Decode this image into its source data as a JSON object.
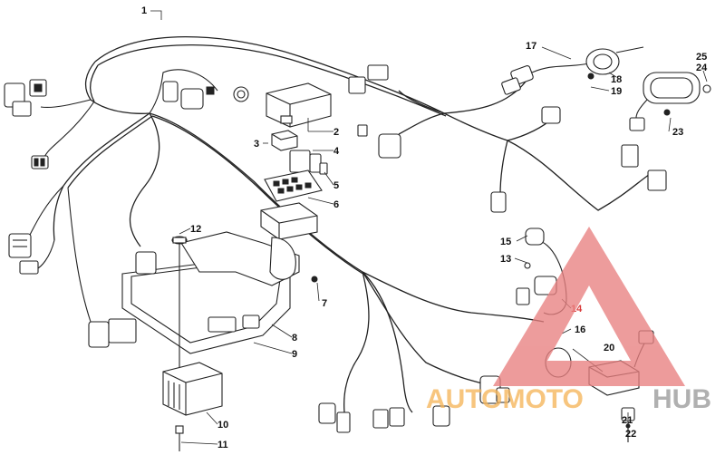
{
  "diagram": {
    "callouts": [
      {
        "id": "1",
        "text": "1"
      },
      {
        "id": "2",
        "text": "2"
      },
      {
        "id": "3",
        "text": "3"
      },
      {
        "id": "4",
        "text": "4"
      },
      {
        "id": "5",
        "text": "5"
      },
      {
        "id": "6",
        "text": "6"
      },
      {
        "id": "7",
        "text": "7"
      },
      {
        "id": "8",
        "text": "8"
      },
      {
        "id": "9",
        "text": "9"
      },
      {
        "id": "10",
        "text": "10"
      },
      {
        "id": "11",
        "text": "11"
      },
      {
        "id": "12",
        "text": "12"
      },
      {
        "id": "13",
        "text": "13"
      },
      {
        "id": "14",
        "text": "14"
      },
      {
        "id": "15",
        "text": "15"
      },
      {
        "id": "16",
        "text": "16"
      },
      {
        "id": "17",
        "text": "17"
      },
      {
        "id": "18",
        "text": "18"
      },
      {
        "id": "19",
        "text": "19"
      },
      {
        "id": "20",
        "text": "20"
      },
      {
        "id": "21",
        "text": "21"
      },
      {
        "id": "22",
        "text": "22"
      },
      {
        "id": "23",
        "text": "23"
      },
      {
        "id": "24",
        "text": "24"
      },
      {
        "id": "25",
        "text": "25"
      }
    ],
    "watermark": {
      "text_orange": "AUTOMOTO",
      "text_grey": "HUB",
      "color_orange": "#f5b55a",
      "color_grey": "#9a9a9a",
      "triangle_color": "#e88080"
    }
  }
}
